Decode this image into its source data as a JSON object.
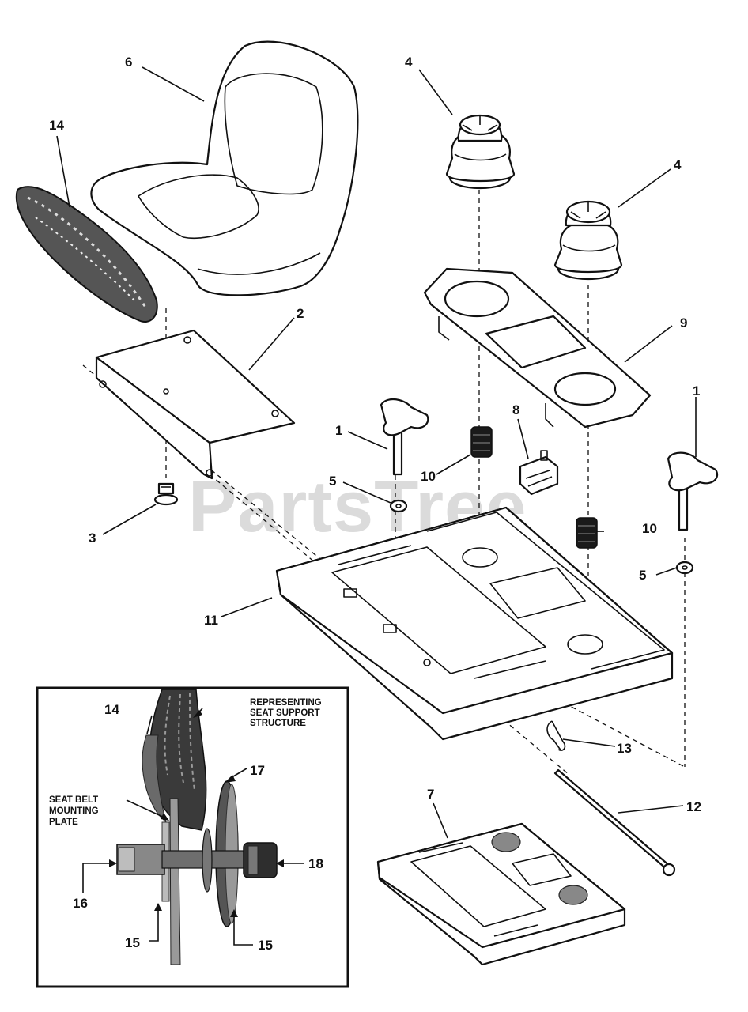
{
  "watermark": "PartsTree",
  "callouts": {
    "seat": "6",
    "seat_belt": "14",
    "isolator_left": "4",
    "isolator_right": "4",
    "seat_bracket": "2",
    "isolator_plate": "9",
    "knob_left": "1",
    "knob_right": "1",
    "switch": "8",
    "spring_left": "10",
    "spring_right": "10",
    "washer_left": "5",
    "washer_right": "5",
    "bolt": "3",
    "seat_base": "11",
    "hairpin_clip": "13",
    "pivot_rod": "12",
    "seat_base_alt": "7"
  },
  "inset": {
    "label_structure": [
      "REPRESENTING",
      "SEAT SUPPORT",
      "STRUCTURE"
    ],
    "label_plate": [
      "SEAT BELT",
      "MOUNTING",
      "PLATE"
    ],
    "callouts": {
      "belt": "14",
      "washer_large": "17",
      "nut": "18",
      "bolt": "16",
      "washer_left": "15",
      "washer_right": "15"
    }
  }
}
